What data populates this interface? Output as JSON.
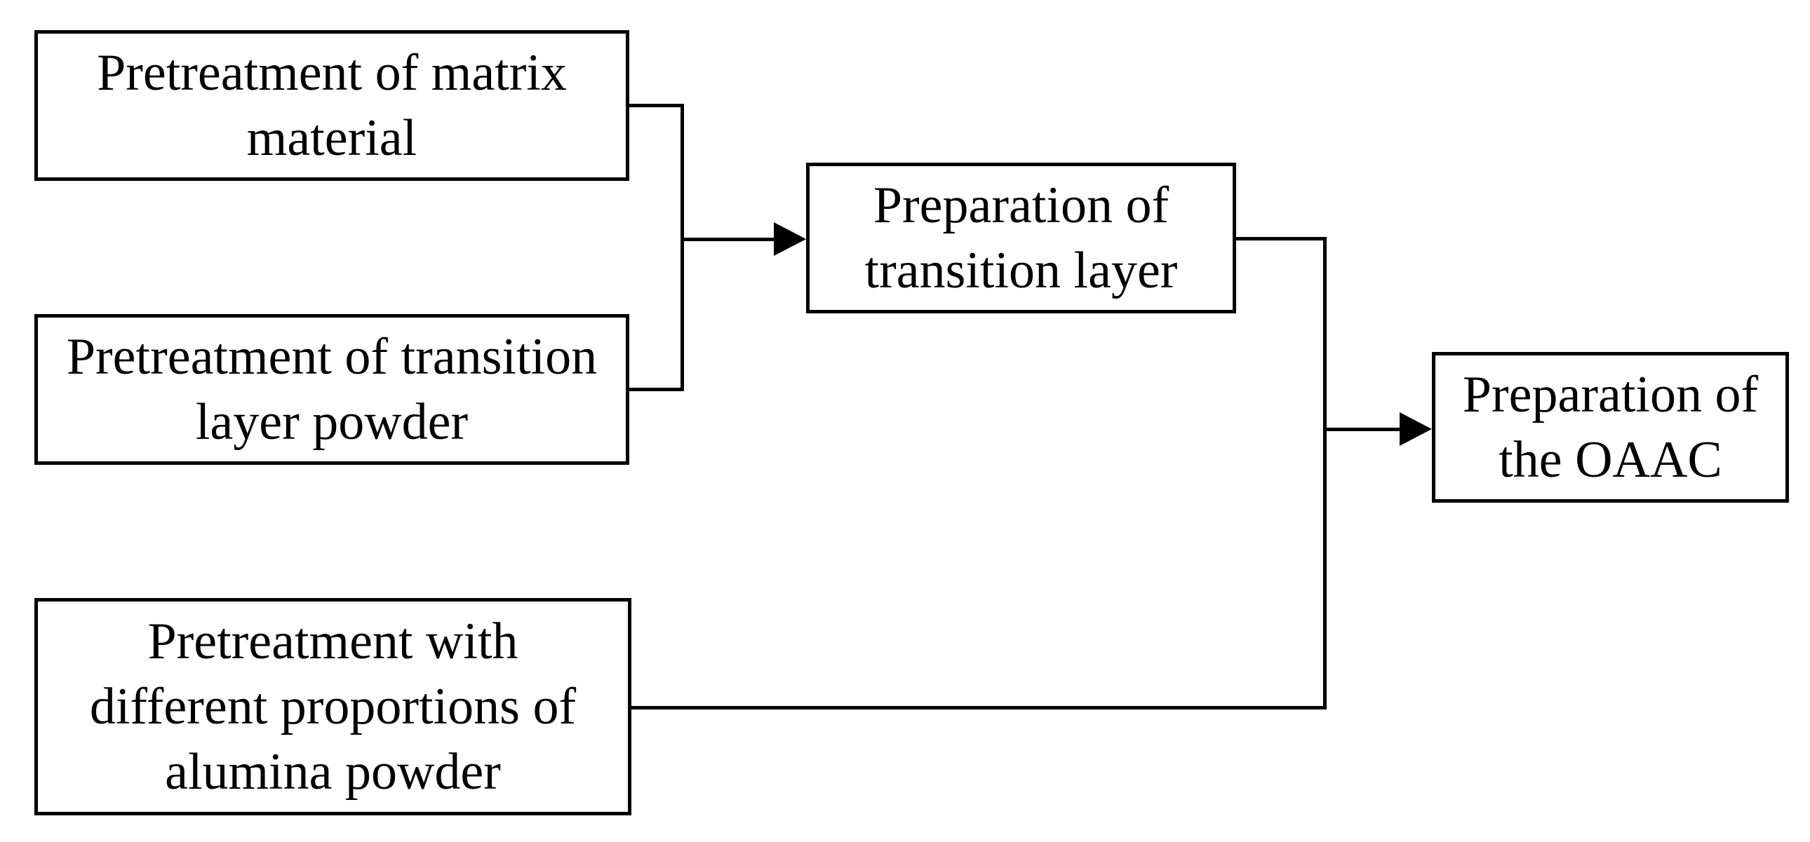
{
  "diagram": {
    "colors": {
      "background": "#ffffff",
      "box_border": "#000000",
      "line": "#000000",
      "text": "#000000"
    },
    "boxes": [
      {
        "id": "pretreatment-matrix",
        "label": "Pretreatment of matrix\nmaterial"
      },
      {
        "id": "pretreatment-transition-powder",
        "label": "Pretreatment of transition\nlayer powder"
      },
      {
        "id": "pretreatment-alumina",
        "label": "Pretreatment with\ndifferent proportions of\nalumina powder"
      },
      {
        "id": "preparation-transition-layer",
        "label": "Preparation of\ntransition layer"
      },
      {
        "id": "preparation-oaac",
        "label": "Preparation of\nthe OAAC"
      }
    ],
    "edges": [
      {
        "from": "Pretreatment of matrix material",
        "to": "Preparation of transition layer",
        "style": "merged-arrow"
      },
      {
        "from": "Pretreatment of transition layer powder",
        "to": "Preparation of transition layer",
        "style": "merged-arrow"
      },
      {
        "from": "Preparation of transition layer",
        "to": "Preparation of the OAAC",
        "style": "merged-arrow"
      },
      {
        "from": "Pretreatment with different proportions of alumina powder",
        "to": "Preparation of the OAAC",
        "style": "merged-arrow"
      }
    ]
  }
}
